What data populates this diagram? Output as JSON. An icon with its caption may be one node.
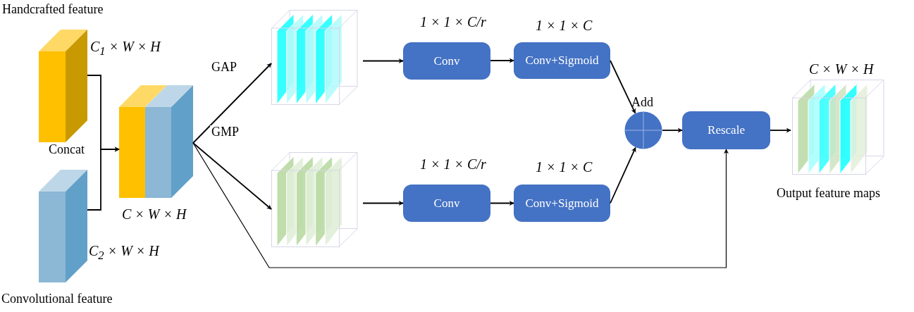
{
  "diagram": {
    "nodes": [
      {
        "text": [],
        "shape": "box",
        "beside": [
          "Handcrafted feature",
          "C$_{1}$ × W × H"
        ]
      },
      {
        "text": [],
        "shape": "box",
        "beside": [
          "C$_{2}$ × W × H",
          "Convolutional feature"
        ]
      },
      {
        "text": [],
        "shape": "box",
        "beside": [
          "C × W × H"
        ]
      },
      {
        "text": [],
        "shape": "picture"
      },
      {
        "text": [],
        "shape": "picture"
      },
      {
        "text": [
          "Conv"
        ],
        "beside": [
          "1 × 1 × C/r"
        ]
      },
      {
        "text": [
          "Conv+Sigmoid"
        ],
        "beside": [
          "1 × 1 × C"
        ]
      },
      {
        "text": [
          "Conv"
        ],
        "beside": [
          "1 × 1 × C/r"
        ]
      },
      {
        "text": [
          "Conv+Sigmoid"
        ],
        "beside": [
          "1 × 1 × C"
        ]
      },
      {
        "text": [],
        "shape": "circle",
        "beside": [
          "Add"
        ]
      },
      {
        "text": [
          "Rescale"
        ]
      },
      {
        "text": [],
        "shape": "picture",
        "beside": [
          "C × W × H",
          "Output feature maps"
        ]
      }
    ],
    "edges": [
      {
        "from": 0,
        "to": 2,
        "arrow": "to"
      },
      {
        "from": 1,
        "to": 2,
        "arrow": "to"
      },
      {
        "from": 2,
        "to": 3,
        "arrow": "to",
        "label": "GAP"
      },
      {
        "from": 2,
        "to": 4,
        "arrow": "to",
        "label": "GMP"
      },
      {
        "from": 2,
        "to": 10,
        "arrow": "to"
      },
      {
        "from": 3,
        "to": 5,
        "arrow": "to"
      },
      {
        "from": 5,
        "to": 6,
        "arrow": "to"
      },
      {
        "from": 4,
        "to": 7,
        "arrow": "to"
      },
      {
        "from": 7,
        "to": 8,
        "arrow": "to"
      },
      {
        "from": 6,
        "to": 9,
        "arrow": "to"
      },
      {
        "from": 8,
        "to": 9,
        "arrow": "to"
      },
      {
        "from": 9,
        "to": 10,
        "arrow": "to"
      },
      {
        "from": 10,
        "to": 11,
        "arrow": "to"
      }
    ],
    "labels": [
      "Concat"
    ]
  }
}
